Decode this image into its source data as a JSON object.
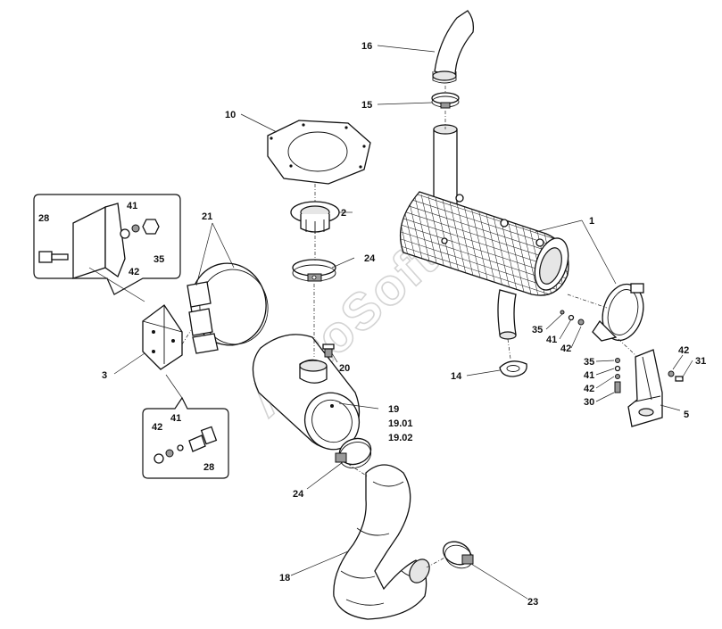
{
  "watermark": "AutoSoft",
  "colors": {
    "line": "#111111",
    "fill": "#ffffff",
    "shade": "#e6e6e6",
    "watermark": "#bdbdbd"
  },
  "callouts": {
    "c16": "16",
    "c15": "15",
    "c10": "10",
    "c2": "2",
    "c1": "1",
    "c24a": "24",
    "c21": "21",
    "c28a": "28",
    "c41a": "41",
    "c35a": "35",
    "c42a": "42",
    "c3": "3",
    "c20": "20",
    "c19": "19",
    "c1901": "19.01",
    "c1902": "19.02",
    "c14": "14",
    "c35b": "35",
    "c41b": "41",
    "c42b": "42",
    "c35c": "35",
    "c41c": "41",
    "c42c": "42",
    "c30": "30",
    "c42d": "42",
    "c31": "31",
    "c5": "5",
    "c42e": "42",
    "c41d": "41",
    "c28b": "28",
    "c24b": "24",
    "c18": "18",
    "c23": "23"
  }
}
